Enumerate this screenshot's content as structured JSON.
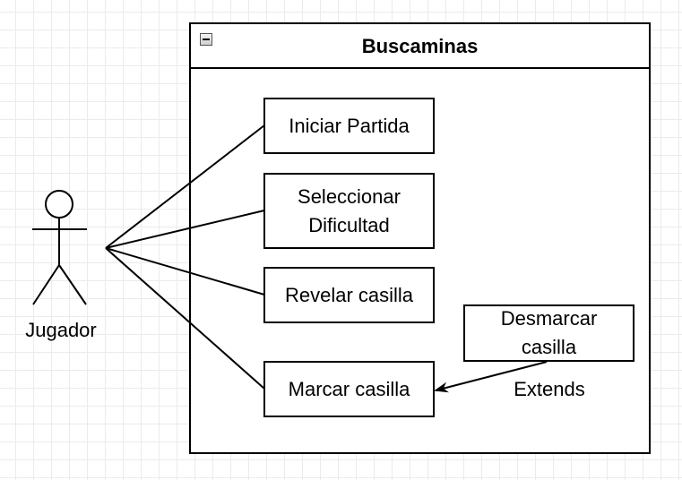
{
  "system": {
    "title": "Buscaminas"
  },
  "actor": {
    "name": "Jugador"
  },
  "use_cases": [
    {
      "id": "iniciar",
      "label": "Iniciar Partida"
    },
    {
      "id": "dificultad",
      "label": "Seleccionar Dificultad"
    },
    {
      "id": "revelar",
      "label": "Revelar casilla"
    },
    {
      "id": "marcar",
      "label": "Marcar casilla"
    },
    {
      "id": "desmarcar",
      "label": "Desmarcar casilla"
    }
  ],
  "relationship": {
    "label": "Extends"
  }
}
